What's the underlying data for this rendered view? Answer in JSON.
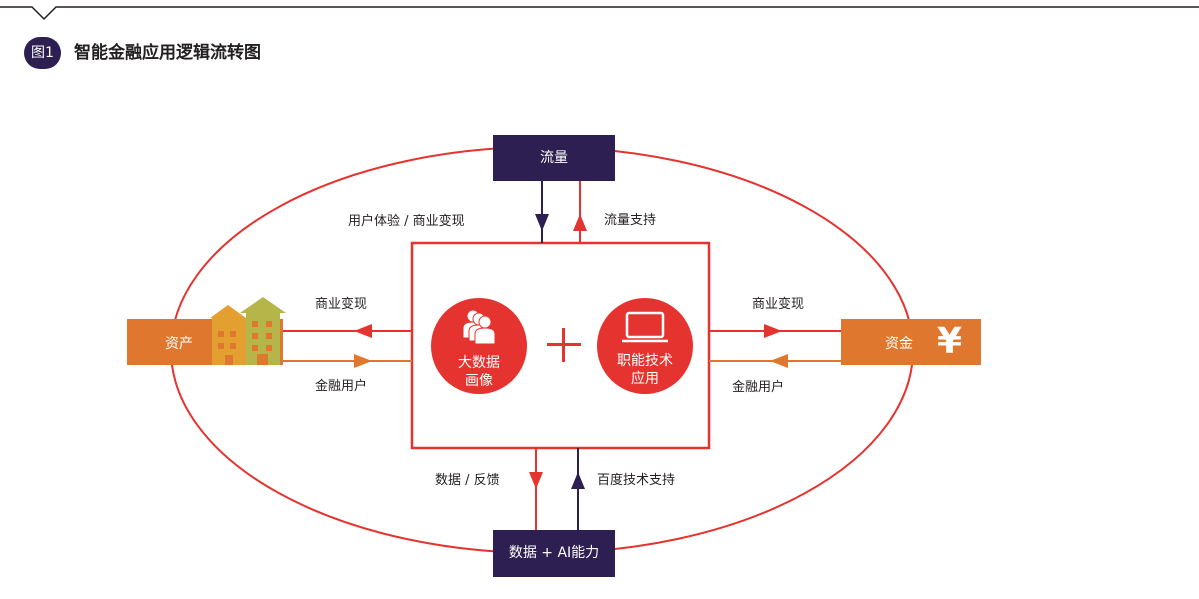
{
  "figure": {
    "badge": "图1",
    "title": "智能金融应用逻辑流转图"
  },
  "nodes": {
    "traffic": "流量",
    "data_ai": "数据 + AI能力",
    "assets": "资产",
    "funds": "资金",
    "funds_icon": "¥",
    "big_data_line1": "大数据",
    "big_data_line2": "画像",
    "tech_line1": "职能技术",
    "tech_line2": "应用"
  },
  "edges": {
    "top_left": "用户体验 / 商业变现",
    "top_right": "流量支持",
    "left_top": "商业变现",
    "left_bottom": "金融用户",
    "right_top": "商业变现",
    "right_bottom": "金融用户",
    "bottom_left": "数据 / 反馈",
    "bottom_right": "百度技术支持"
  },
  "colors": {
    "red": "#e5332f",
    "dark_purple": "#2e1f52",
    "orange": "#e0772f",
    "building_yellow": "#e3a030",
    "building_green": "#b5b54a"
  }
}
